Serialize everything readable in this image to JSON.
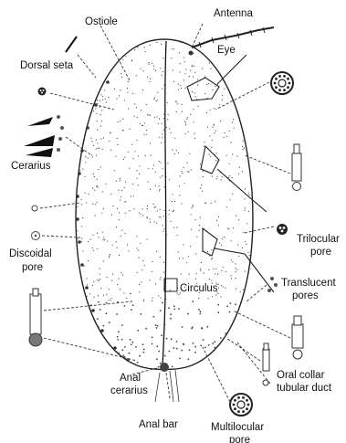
{
  "figure": {
    "labels": {
      "antenna": "Antenna",
      "eye": "Eye",
      "ostiole": "Ostiole",
      "dorsal_seta": "Dorsal seta",
      "cerarius": "Cerarius",
      "discoidal_pore_line1": "Discoidal",
      "discoidal_pore_line2": "pore",
      "circulus": "Circulus",
      "trilocular_pore_line1": "Trilocular",
      "trilocular_pore_line2": "pore",
      "translucent_pores_line1": "Translucent",
      "translucent_pores_line2": "pores",
      "anal_cerarius_line1": "Anal",
      "anal_cerarius_line2": "cerarius",
      "oral_collar_line1": "Oral collar",
      "oral_collar_line2": "tubular duct",
      "anal_bar": "Anal bar",
      "multilocular_pore_line1": "Multilocular",
      "multilocular_pore_line2": "pore"
    }
  }
}
